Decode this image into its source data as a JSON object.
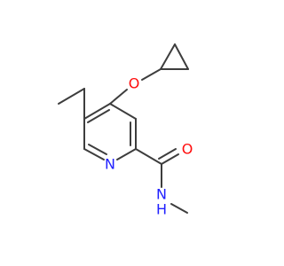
{
  "molecule": {
    "atoms": {
      "o_ether": {
        "label": "O",
        "color": "#ff0d0d"
      },
      "o_carbonyl": {
        "label": "O",
        "color": "#ff0d0d"
      },
      "n_ring": {
        "label": "N",
        "color": "#2020ff"
      },
      "n_amide": {
        "label": "N",
        "color": "#2020ff"
      },
      "h_amide": {
        "label": "H",
        "color": "#2020ff"
      }
    },
    "bond_color": "#3d3d3d"
  }
}
